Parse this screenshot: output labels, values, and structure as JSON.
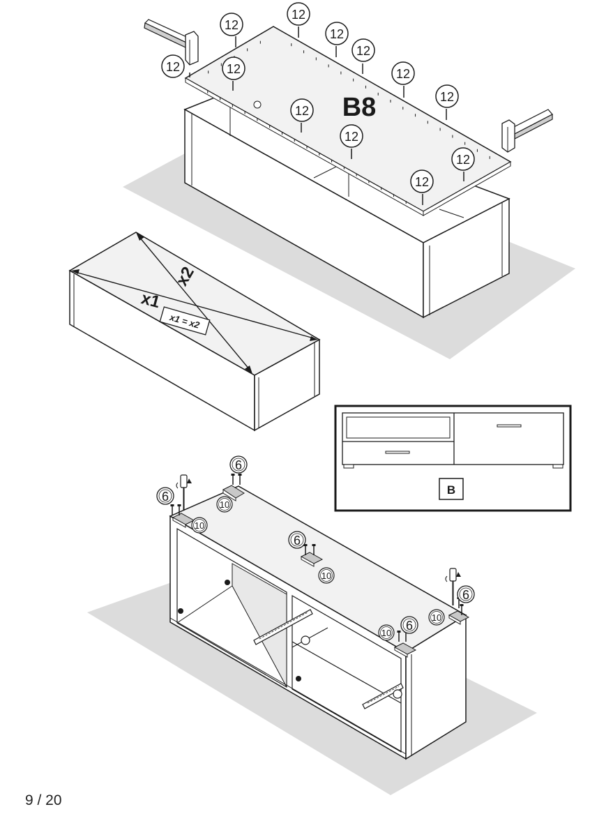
{
  "page": {
    "number": "9 / 20"
  },
  "step_top": {
    "panel_label": "B8",
    "screw_callout": "12"
  },
  "step_middle": {
    "diagonal_1": "x1",
    "diagonal_2": "x2",
    "equal_check": "x1 = x2"
  },
  "legend_box": {
    "label": "B"
  },
  "step_bottom": {
    "foot_callout": "10",
    "screw_callout": "6"
  },
  "colors": {
    "line": "#1a1a1a",
    "shadow": "#dcdcdc",
    "panel": "#f2f2f2",
    "foot": "#c8c8c8"
  }
}
